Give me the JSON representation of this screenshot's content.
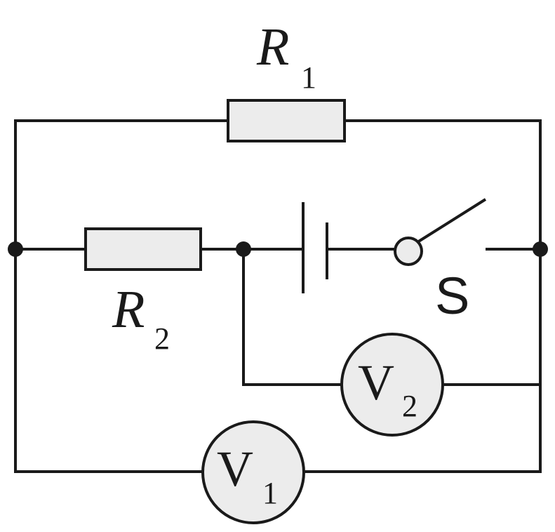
{
  "labels": {
    "r1": {
      "main": "R",
      "sub": "1"
    },
    "r2": {
      "main": "R",
      "sub": "2"
    },
    "v1": {
      "main": "V",
      "sub": "1"
    },
    "v2": {
      "main": "V",
      "sub": "2"
    },
    "switch": "S"
  },
  "colors": {
    "wire": "#1a1a1a",
    "component_fill": "#ececec",
    "background": "#ffffff"
  }
}
